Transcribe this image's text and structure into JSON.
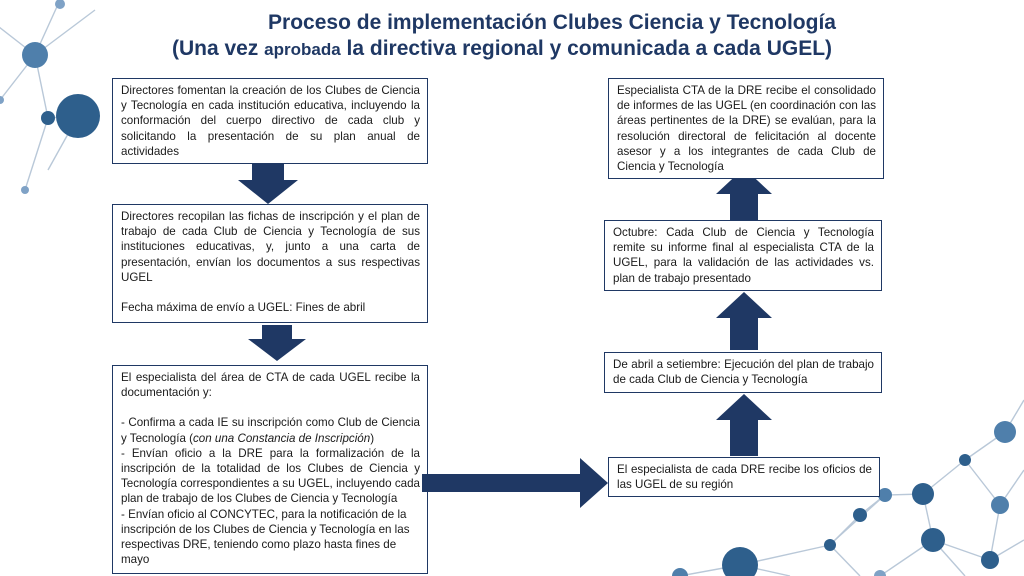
{
  "title": {
    "line1": "Proceso de implementación Clubes Ciencia y Tecnología",
    "line2_open": "(Una vez ",
    "line2_small": "aprobada",
    "line2_rest": " la directiva regional y comunicada a cada UGEL)"
  },
  "left": {
    "box1": "Directores fomentan la creación de los Clubes de Ciencia y Tecnología en cada institución educativa, incluyendo la conformación del cuerpo directivo de cada club y solicitando la presentación de su plan anual de actividades",
    "box2_p1": "Directores recopilan las fichas de inscripción y el plan de trabajo de cada Club de Ciencia y Tecnología de sus instituciones educativas, y, junto a una carta de presentación, envían los documentos a sus respectivas UGEL",
    "box2_p2": "Fecha máxima de envío a UGEL:  Fines de abril",
    "box3_intro": "El especialista del área de CTA de cada UGEL recibe la documentación y:",
    "box3_item1": "-  Confirma a cada IE su inscripción como Club de Ciencia y Tecnología (",
    "box3_item1_em": "con una Constancia de Inscripción",
    "box3_item1_end": ")",
    "box3_item2": "-   Envían oficio a la DRE para la formalización de la inscripción de la totalidad de los Clubes de Ciencia y Tecnología correspondientes a su UGEL, incluyendo cada plan de trabajo de los Clubes de Ciencia y Tecnología",
    "box3_item3": "-  Envían oficio al CONCYTEC, para la notificación de la inscripción de los Clubes de Ciencia y Tecnología en las respectivas DRE, teniendo como plazo hasta fines de mayo"
  },
  "right": {
    "box4": "El especialista de cada DRE recibe los oficios de las UGEL de su región",
    "box5": "De abril a setiembre:  Ejecución del plan de trabajo de cada Club de Ciencia y Tecnología",
    "box6": "Octubre:  Cada Club de Ciencia y Tecnología remite su informe final al especialista CTA de la UGEL, para la validación de las actividades vs. plan de trabajo presentado",
    "box7": "Especialista CTA de la DRE recibe el consolidado de informes de las UGEL (en coordinación con las áreas pertinentes de la DRE) se evalúan, para la resolución directoral de felicitación al docente asesor y a los integrantes de cada Club de Ciencia y Tecnología"
  },
  "colors": {
    "navy": "#1f3864",
    "node": "#2e5f8c",
    "node_light": "#7fa2c6",
    "line": "#b9c8d8"
  }
}
